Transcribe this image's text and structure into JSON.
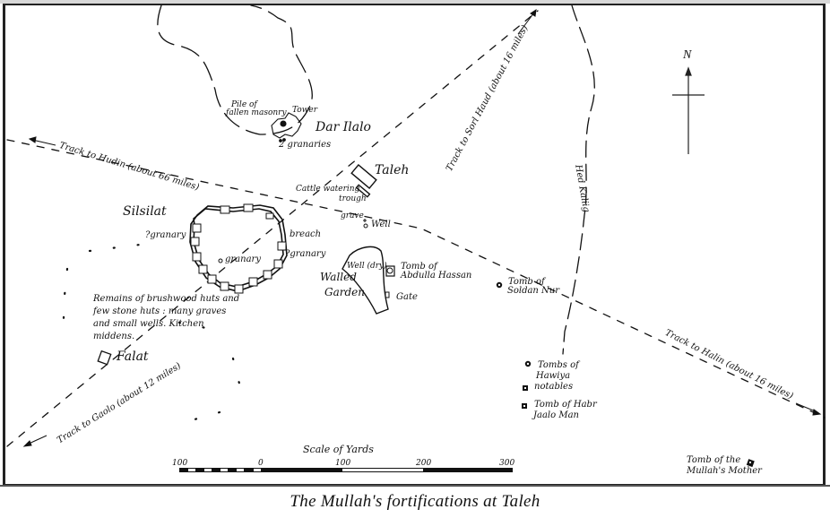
{
  "caption": "The Mullah's fortifications at Taleh",
  "north_arrow": {
    "label": "N"
  },
  "places": {
    "dar_ilalo": "Dar Ilalo",
    "taleh": "Taleh",
    "silsilat": "Silsilat",
    "falat": "Falat",
    "walled_garden_1": "Walled",
    "walled_garden_2": "Garden"
  },
  "features": {
    "pile_of_masonry_1": "Pile of",
    "pile_of_masonry_2": "fallen masonry",
    "tower": "Tower",
    "two_granaries": "2 granaries",
    "cattle_trough_1": "Cattle watering",
    "cattle_trough_2": "trough",
    "grave": "grave",
    "well": "Well",
    "granary_west": "?granary",
    "granary_center": "granary",
    "granary_east": "?granary",
    "breach": "breach",
    "well_dry": "Well (dry)",
    "gate": "Gate",
    "tomb_abdulla_1": "Tomb of",
    "tomb_abdulla_2": "Abdulla Hassan",
    "tomb_soldan_1": "Tomb of",
    "tomb_soldan_2": "Soldan Nur",
    "tombs_hawiya_1": "Tombs of",
    "tombs_hawiya_2": "Hawiya",
    "tombs_hawiya_3": "notables",
    "tomb_habr_1": "Tomb of Habr",
    "tomb_habr_2": "Jaalo Man",
    "tomb_mother_1": "Tomb of the",
    "tomb_mother_2": "Mullah's Mother",
    "hed_kaliig": "Hed Kaliig"
  },
  "notes": {
    "remains_1": "Remains of brushwood huts and",
    "remains_2": "few stone huts : many graves",
    "remains_3": "and small wells. Kitchen",
    "remains_4": "middens."
  },
  "tracks": {
    "hudin": "Track to Hudin (about 66 miles)",
    "sorl_haud": "Track to Sorl Haud (about 16 miles)",
    "halin": "Track to Halin (about 16 miles)",
    "gaolo": "Track to Gaolo (about 12 miles)"
  },
  "scale": {
    "title": "Scale of Yards",
    "ticks": [
      "100",
      "0",
      "100",
      "200",
      "300"
    ]
  }
}
